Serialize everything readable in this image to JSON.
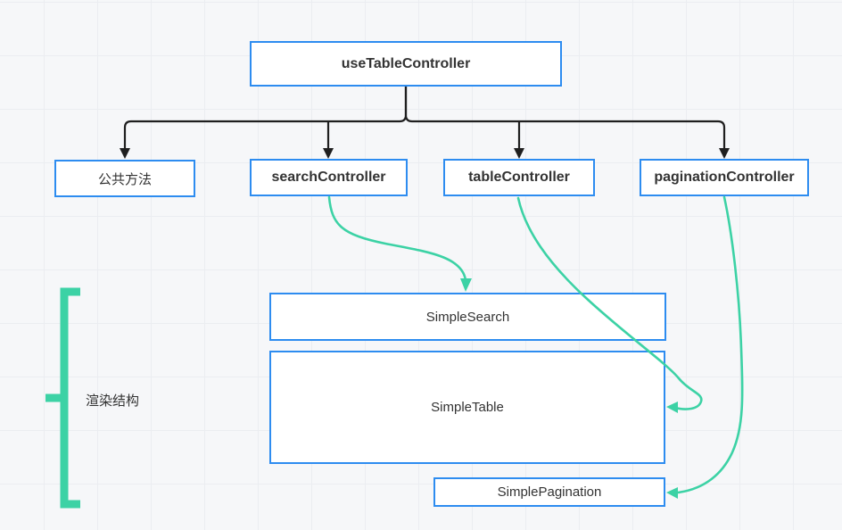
{
  "diagram": {
    "root": {
      "label": "useTableController"
    },
    "controllers": [
      {
        "label": "公共方法"
      },
      {
        "label": "searchController"
      },
      {
        "label": "tableController"
      },
      {
        "label": "paginationController"
      }
    ],
    "components": [
      {
        "label": "SimpleSearch"
      },
      {
        "label": "SimpleTable"
      },
      {
        "label": "SimplePagination"
      }
    ],
    "bracket_label": "渲染结构",
    "edges": [
      {
        "from": "useTableController",
        "to": "公共方法",
        "style": "black-tree-arrow"
      },
      {
        "from": "useTableController",
        "to": "searchController",
        "style": "black-tree-arrow"
      },
      {
        "from": "useTableController",
        "to": "tableController",
        "style": "black-tree-arrow"
      },
      {
        "from": "useTableController",
        "to": "paginationController",
        "style": "black-tree-arrow"
      },
      {
        "from": "searchController",
        "to": "SimpleSearch",
        "style": "green-curve-arrow"
      },
      {
        "from": "tableController",
        "to": "SimpleTable",
        "style": "green-curve-arrow"
      },
      {
        "from": "paginationController",
        "to": "SimplePagination",
        "style": "green-curve-arrow"
      }
    ],
    "colors": {
      "box_border": "#2d8cf0",
      "box_fill": "#ffffff",
      "connector_black": "#1f1f1f",
      "connector_green": "#3cd2a5",
      "text": "#333333",
      "background": "#f6f7f9",
      "grid_line": "#ebedf1"
    }
  }
}
